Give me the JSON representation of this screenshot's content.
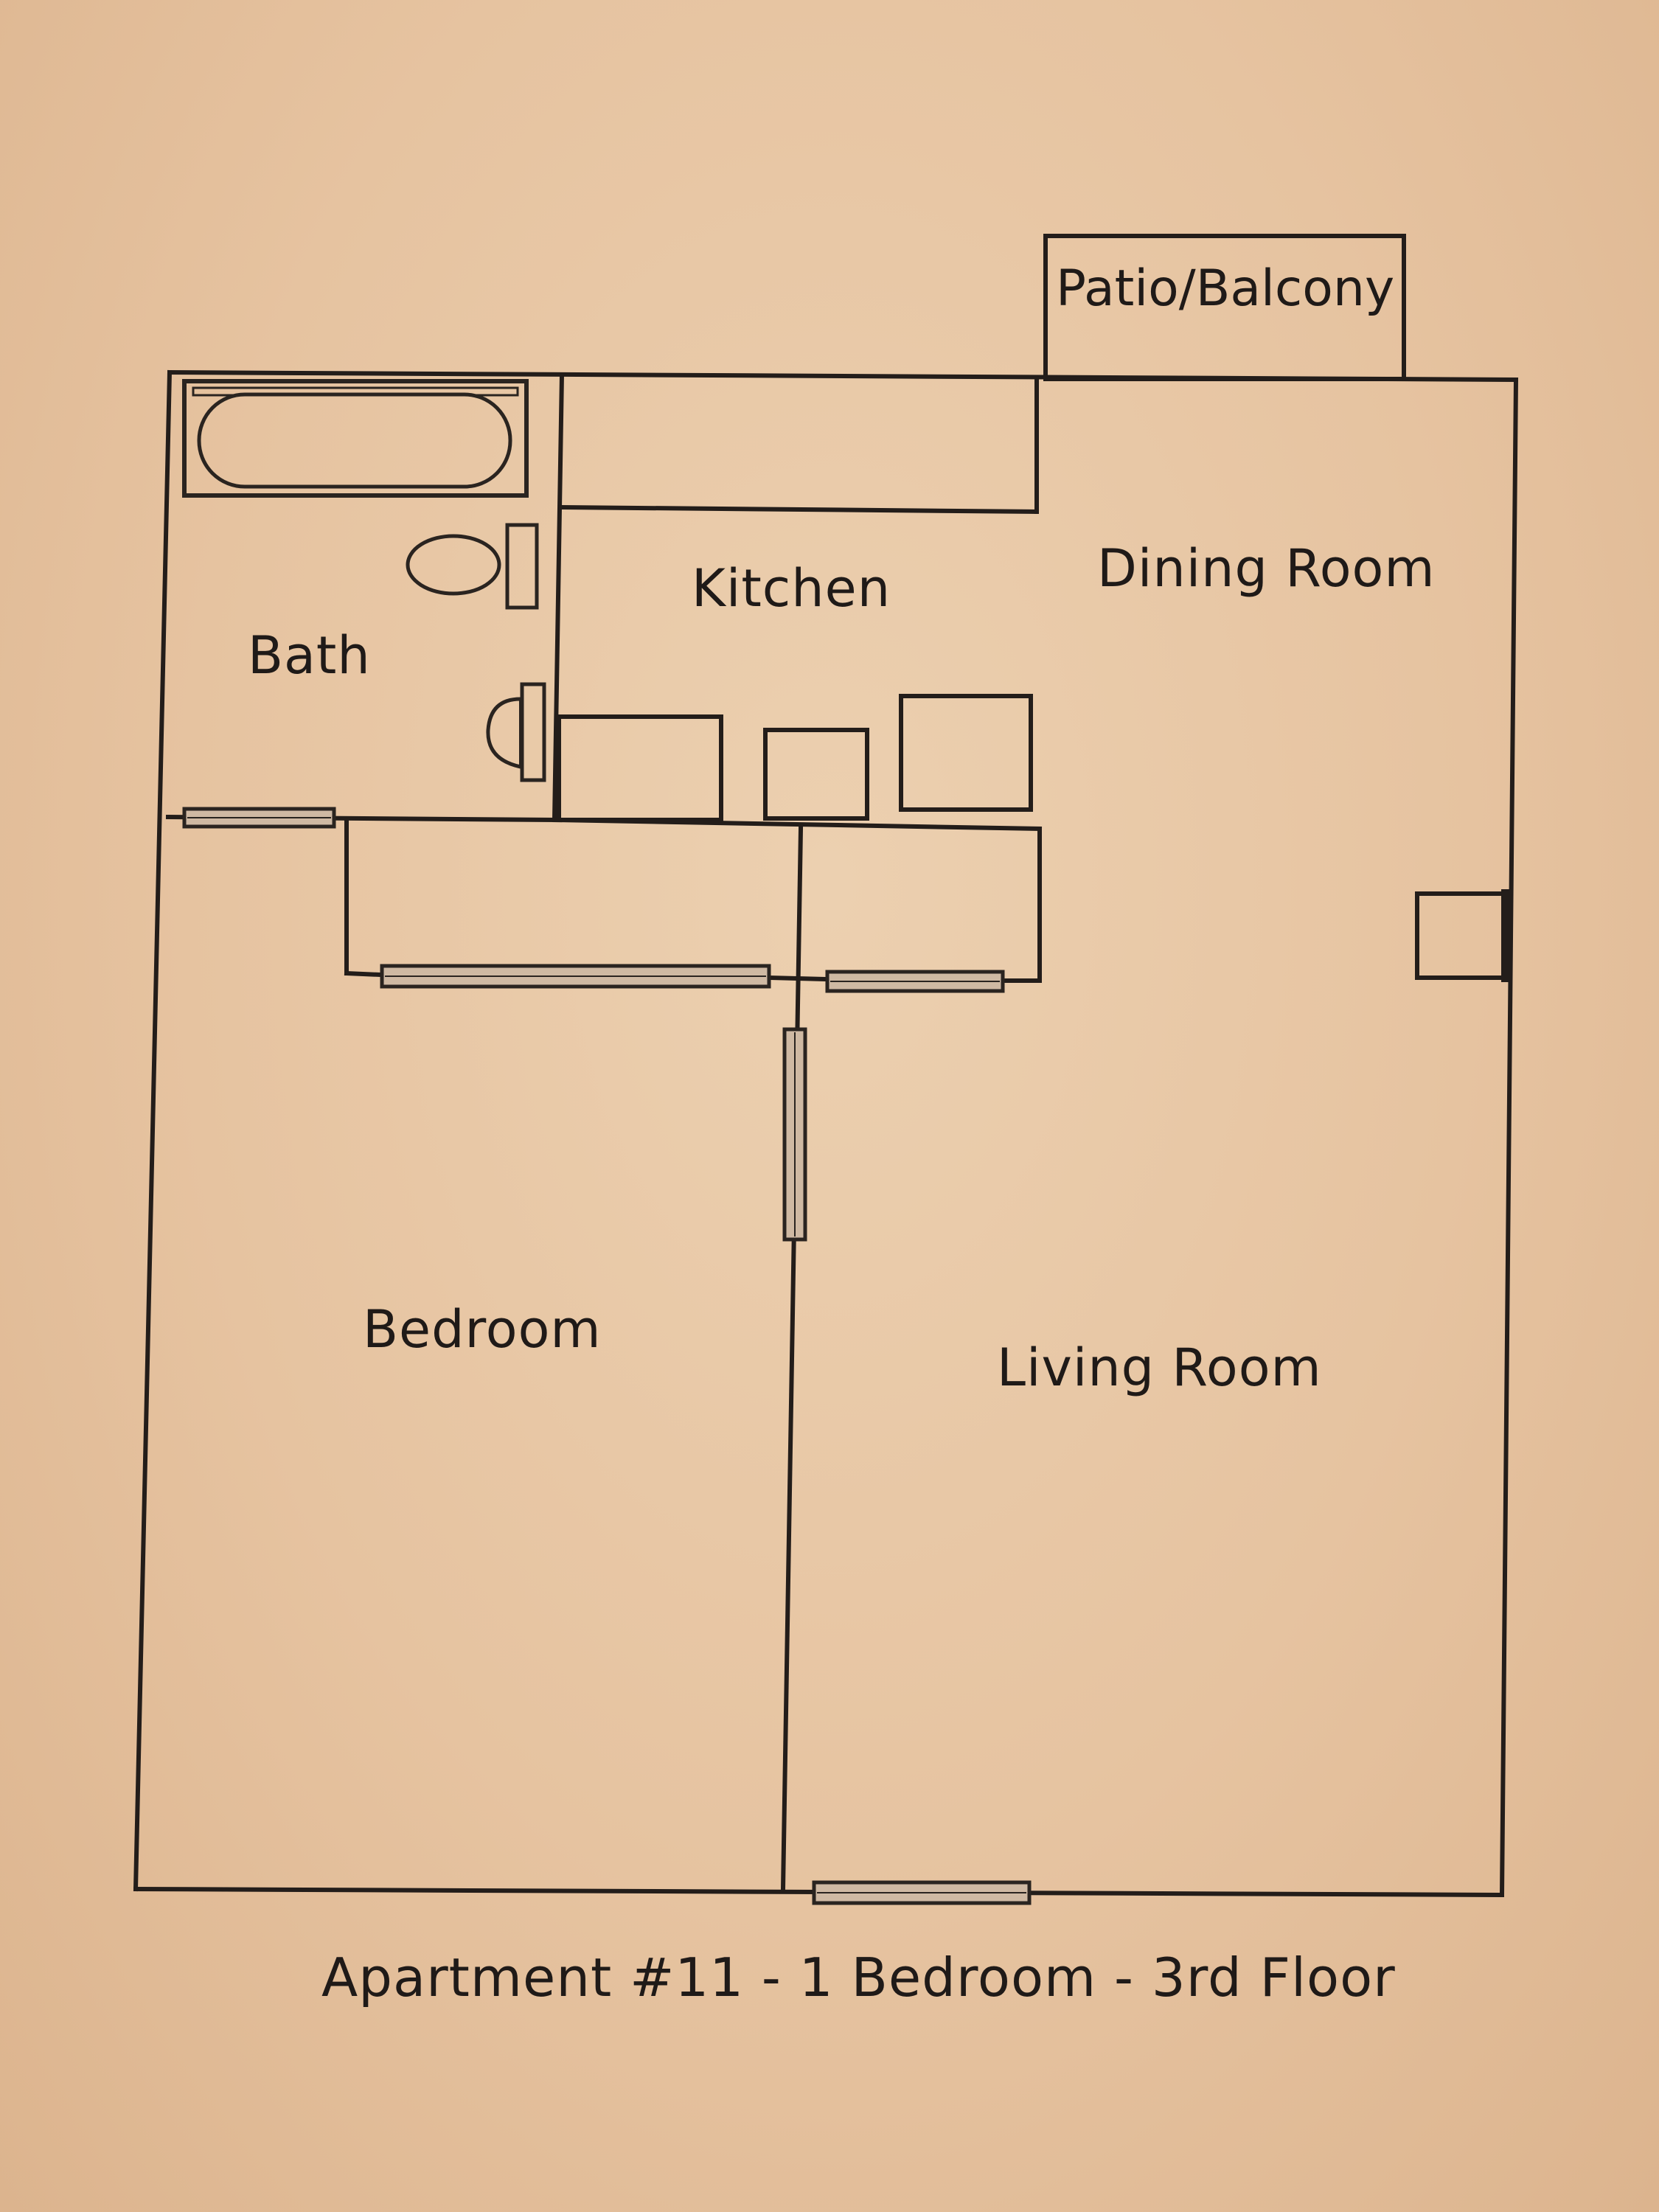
{
  "plan": {
    "caption": "Apartment #11 - 1 Bedroom - 3rd Floor",
    "colors": {
      "paper": "#e6c3a0",
      "ink": "#231d1a"
    },
    "rooms": {
      "patio": "Patio/Balcony",
      "dining": "Dining Room",
      "kitchen": "Kitchen",
      "bath": "Bath",
      "bedroom": "Bedroom",
      "living": "Living Room"
    }
  }
}
